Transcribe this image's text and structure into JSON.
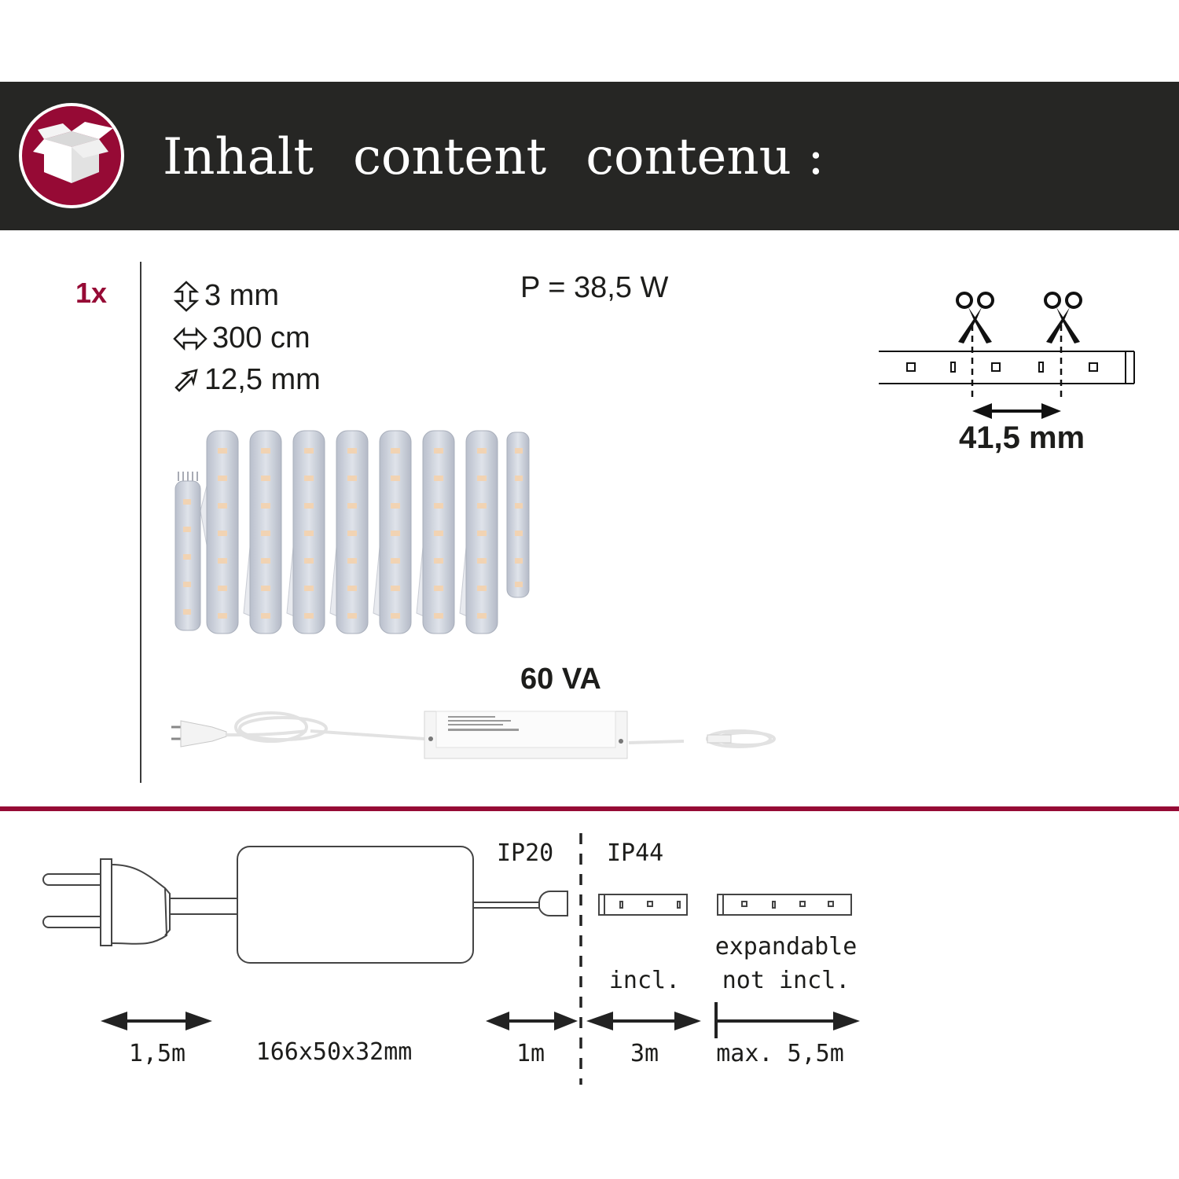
{
  "header": {
    "icon": "open-box-icon",
    "titles": [
      "Inhalt",
      "content",
      "contenu :"
    ],
    "band_color": "#262624",
    "accent_color": "#960a35"
  },
  "item": {
    "quantity": "1x",
    "specs": [
      {
        "icon": "height-arrow-icon",
        "value": "3 mm"
      },
      {
        "icon": "length-arrow-icon",
        "value": "300 cm"
      },
      {
        "icon": "width-diagonal-arrow-icon",
        "value": "12,5 mm"
      }
    ],
    "power": "P = 38,5 W",
    "transformer_rating": "60 VA",
    "led_strip_image": "coiled-led-strip",
    "transformer_image": "power-supply-with-plug"
  },
  "cut_diagram": {
    "icon": "scissors-icon",
    "cut_distance": "41,5 mm"
  },
  "wiring_diagram": {
    "ip_rating_supply": "IP20",
    "ip_rating_strip": "IP44",
    "strip_included_label": "incl.",
    "strip_expand_label_1": "expandable",
    "strip_expand_label_2": "not incl.",
    "dimensions": {
      "plug_cable": "1,5m",
      "driver_size": "166x50x32mm",
      "output_cable": "1m",
      "strip_length": "3m",
      "max_length": "max. 5,5m"
    }
  }
}
